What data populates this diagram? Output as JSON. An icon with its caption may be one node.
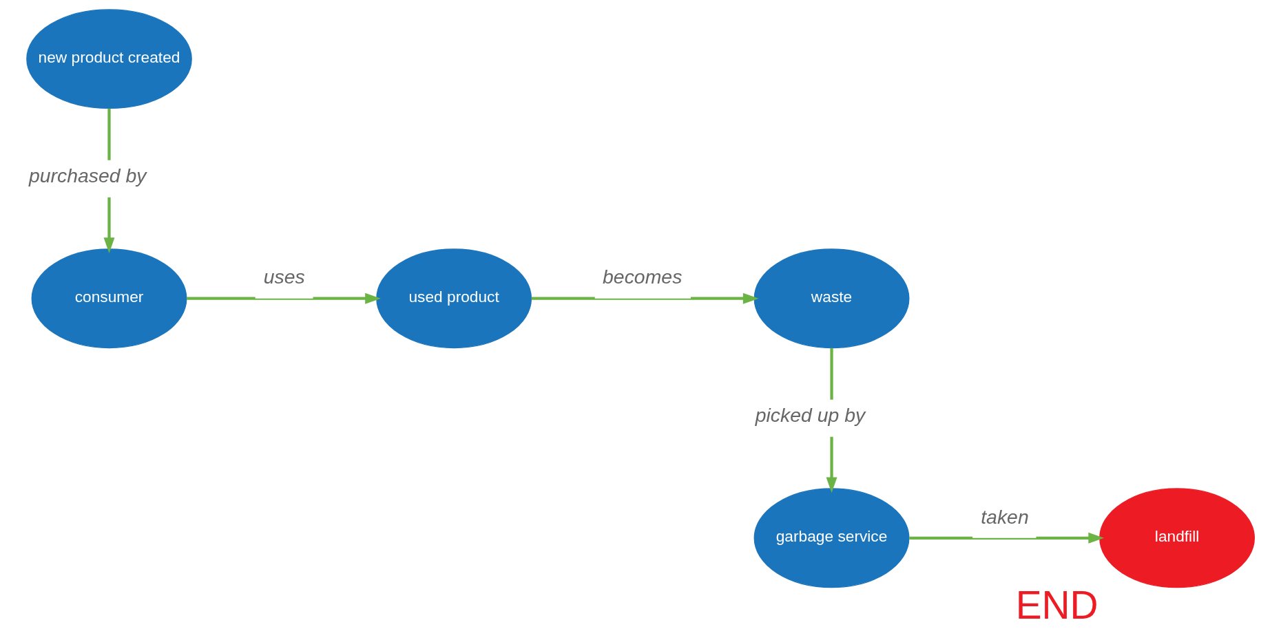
{
  "diagram": {
    "nodes": [
      {
        "text": [
          "new product created"
        ]
      },
      {
        "text": [
          "consumer"
        ]
      },
      {
        "text": [
          "used product"
        ]
      },
      {
        "text": [
          "waste"
        ]
      },
      {
        "text": [
          "garbage service"
        ]
      },
      {
        "text": [
          "landfill"
        ],
        "beside": [
          "END"
        ]
      }
    ],
    "edges": [
      {
        "from": 0,
        "to": 1,
        "arrow": "to",
        "label": "purchased by"
      },
      {
        "from": 1,
        "to": 2,
        "arrow": "to",
        "label": "uses"
      },
      {
        "from": 2,
        "to": 3,
        "arrow": "to",
        "label": "becomes"
      },
      {
        "from": 3,
        "to": 4,
        "arrow": "to",
        "label": "picked up by"
      },
      {
        "from": 4,
        "to": 5,
        "arrow": "to",
        "label": "taken"
      }
    ]
  }
}
